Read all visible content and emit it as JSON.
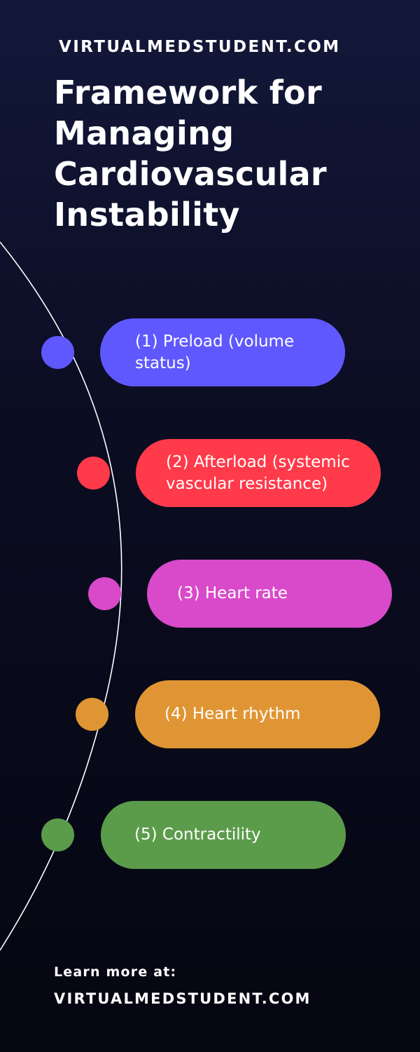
{
  "header": {
    "site": "VIRTUALMEDSTUDENT.COM",
    "title": "Framework for Managing Cardiovascular Instability"
  },
  "steps": [
    {
      "label": "(1) Preload (volume status)",
      "color": "#5f58ff"
    },
    {
      "label": "(2) Afterload (systemic vascular resistance)",
      "color": "#ff3a4a"
    },
    {
      "label": "(3) Heart rate",
      "color": "#d84ac9"
    },
    {
      "label": "(4) Heart rhythm",
      "color": "#e09534"
    },
    {
      "label": "(5) Contractility",
      "color": "#5b9c4b"
    }
  ],
  "footer": {
    "learn_more": "Learn more at:",
    "site": "VIRTUALMEDSTUDENT.COM"
  }
}
